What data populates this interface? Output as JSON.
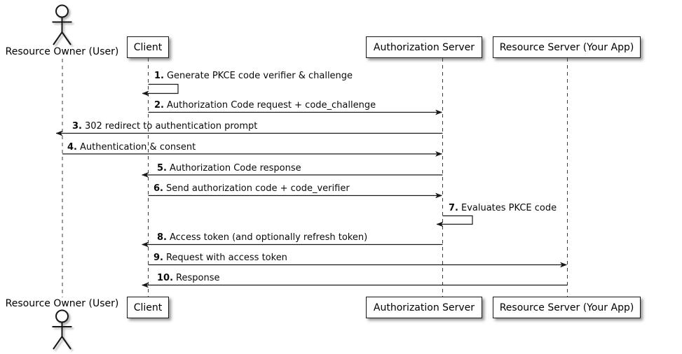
{
  "diagram": {
    "kind": "sequence-diagram",
    "participants": {
      "resource_owner": {
        "label": "Resource Owner (User)",
        "type": "actor"
      },
      "client": {
        "label": "Client",
        "type": "participant"
      },
      "auth_server": {
        "label": "Authorization Server",
        "type": "participant"
      },
      "resource_server": {
        "label": "Resource Server (Your App)",
        "type": "participant"
      }
    },
    "messages": [
      {
        "num": "1.",
        "text": "Generate PKCE code verifier & challenge",
        "from": "client",
        "to": "client",
        "style": "self"
      },
      {
        "num": "2.",
        "text": "Authorization Code request + code_challenge",
        "from": "client",
        "to": "auth_server",
        "style": "arrow"
      },
      {
        "num": "3.",
        "text": "302 redirect to authentication prompt",
        "from": "auth_server",
        "to": "resource_owner",
        "style": "arrow"
      },
      {
        "num": "4.",
        "text": "Authentication & consent",
        "from": "resource_owner",
        "to": "auth_server",
        "style": "arrow"
      },
      {
        "num": "5.",
        "text": "Authorization Code response",
        "from": "auth_server",
        "to": "client",
        "style": "arrow"
      },
      {
        "num": "6.",
        "text": "Send authorization code + code_verifier",
        "from": "client",
        "to": "auth_server",
        "style": "arrow"
      },
      {
        "num": "7.",
        "text": "Evaluates PKCE code",
        "from": "auth_server",
        "to": "auth_server",
        "style": "self"
      },
      {
        "num": "8.",
        "text": "Access token (and optionally refresh token)",
        "from": "auth_server",
        "to": "client",
        "style": "arrow"
      },
      {
        "num": "9.",
        "text": "Request with access token",
        "from": "client",
        "to": "resource_server",
        "style": "arrow"
      },
      {
        "num": "10.",
        "text": "Response",
        "from": "resource_server",
        "to": "client",
        "style": "arrow"
      }
    ],
    "colors": {
      "background": "#ffffff",
      "line": "#181818",
      "lifeline": "#3a3a3a",
      "box_fill": "#fefefe",
      "box_border": "#181818",
      "text": "#000000"
    }
  }
}
